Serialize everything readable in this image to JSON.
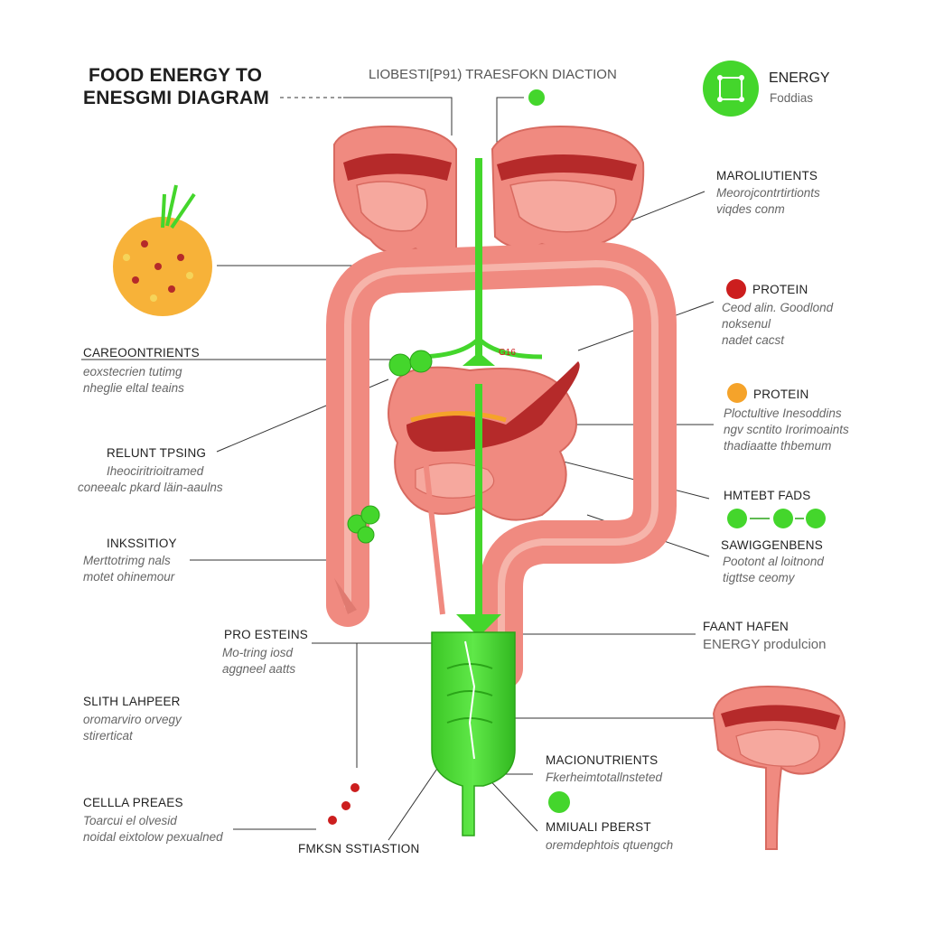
{
  "title": {
    "line1": "FOOD ENERGY TO",
    "line2": "ENESGMI DIAGRAM"
  },
  "top_caption": "LIOBESTI[P91) TRAESFOKN DIACTION",
  "energy_legend": {
    "title": "ENERGY",
    "subtitle": "Foddias"
  },
  "left_labels": [
    {
      "title": "CAREOONTRIENTS",
      "line1": "eoxstecrien tutimg",
      "line2": "nheglie eltal teains"
    },
    {
      "title": "RELUNT TPSING",
      "line1": "Iheociritrioitramed",
      "line2": "coneealc pkard läin-aaulns"
    },
    {
      "title": "INKSSITIOY",
      "line1": "Merttotrimg nals",
      "line2": "motet ohinemour"
    },
    {
      "title": "PRO ESTEINS",
      "line1": "Mo-tring iosd",
      "line2": "aggneel aatts"
    },
    {
      "title": "SLITH LAHPEER",
      "line1": "oromarviro orvegy",
      "line2": "stirerticat"
    },
    {
      "title": "CELLLA PREAES",
      "line1": "Toarcui el olvesid",
      "line2": "noidal eixtolow pexualned"
    }
  ],
  "right_labels": [
    {
      "title": "MAROLIUTIENTS",
      "line1": "Meorojcontrtirtionts",
      "line2": "viqdes conm"
    },
    {
      "title": "PROTEIN",
      "line1": "Ceod alin. Goodlond",
      "line2": "noksenul",
      "line3": "nadet cacst"
    },
    {
      "title": "PROTEIN",
      "line1": "Ploctultive Inesoddins",
      "line2": "ngv scntito Irorimoaints",
      "line3": "thadiaatte thbemum"
    },
    {
      "title": "HMTEBT FADS"
    },
    {
      "title": "SAWIGGENBENS",
      "line1": "Pootont al loitnond",
      "line2": "tigttse ceomy"
    },
    {
      "title": "FAANT HAFEN",
      "line1": "ENERGY produlcion"
    },
    {
      "title": "MACIONUTRIENTS",
      "line1": "Fkerheimtotallnsteted"
    },
    {
      "title": "MMIUALI PBERST",
      "line1": "oremdephtois qtuengch"
    }
  ],
  "bottom_label": "FMKSN SSTIASTION",
  "small_tags": [
    "G16"
  ],
  "colors": {
    "intestine": "#f08a80",
    "intestine_light": "#f6b4aa",
    "intestine_dark": "#b52a2a",
    "energy_green": "#44d62c",
    "protein_red": "#cc1e1e",
    "protein_orange": "#f5a32a",
    "food_orange": "#f7b239",
    "text_dark": "#222222",
    "text_grey": "#666666"
  },
  "icons": [
    "food-ball-icon",
    "energy-circle-icon",
    "protein-red-dot-icon",
    "protein-orange-dot-icon",
    "fat-chain-icon",
    "macronutrient-green-dot-icon"
  ]
}
